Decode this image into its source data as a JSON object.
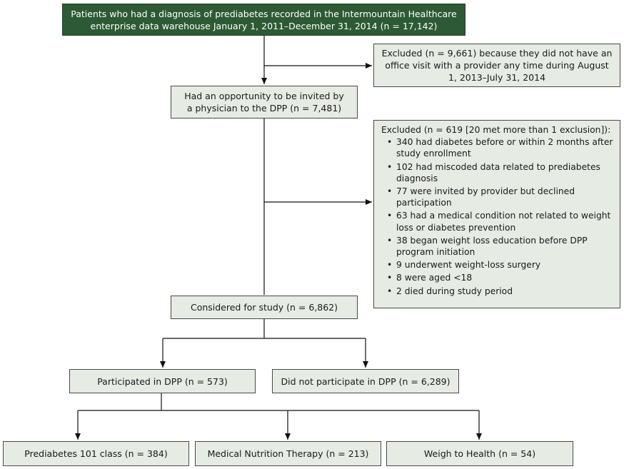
{
  "boxes": {
    "top": "Patients who had a diagnosis of prediabetes recorded in the Intermountain Healthcare enterprise data warehouse January 1, 2011–December 31, 2014 (n = 17,142)",
    "excluded1": "Excluded (n = 9,661) because they did not have an office visit with a provider any time during August 1, 2013–July 31, 2014",
    "opportunity": "Had an opportunity to be invited by a physician to the DPP (n = 7,481)",
    "excluded2_title": "Excluded (n = 619 [20 met more than 1 exclusion]):",
    "excluded2_items": [
      "340 had diabetes before or within 2 months after study enrollment",
      "102 had miscoded data related to prediabetes diagnosis",
      "77 were invited by provider but declined participation",
      "63 had a medical condition not related to weight loss or diabetes prevention",
      "38 began weight loss education before DPP program initiation",
      "9 underwent weight-loss surgery",
      "8 were aged <18",
      "2 died during study period"
    ],
    "considered": "Considered for study (n = 6,862)",
    "participated": "Participated in DPP (n = 573)",
    "not_participated": "Did not participate in DPP (n = 6,289)",
    "class101": "Prediabetes 101 class (n = 384)",
    "mnt": "Medical Nutrition Therapy (n = 213)",
    "weigh": "Weigh to Health (n = 54)"
  }
}
